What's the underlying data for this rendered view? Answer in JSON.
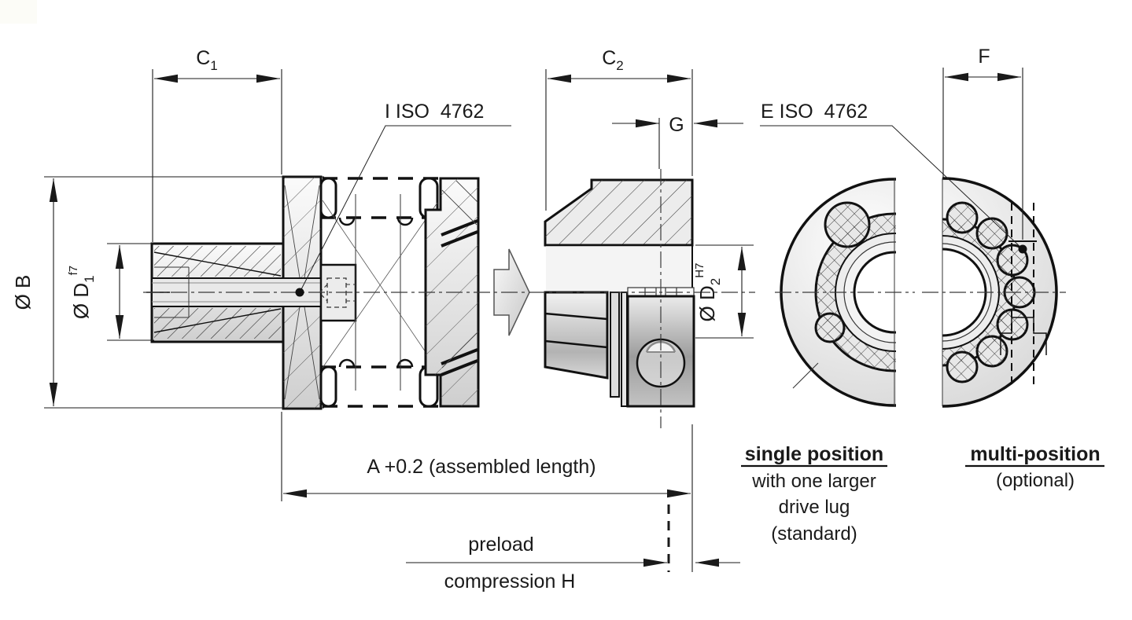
{
  "drawing": {
    "dimensions": {
      "c1": {
        "base": "C",
        "sub": "1"
      },
      "c2": {
        "base": "C",
        "sub": "2"
      },
      "f": {
        "label": "F"
      },
      "g": {
        "label": "G"
      },
      "b": {
        "label": "Ø B"
      },
      "d1": {
        "base": "Ø D",
        "sub": "1",
        "sup": "f7"
      },
      "d2": {
        "base": "Ø D",
        "sub": "2",
        "sup": "H7"
      },
      "assembled_length": {
        "label": "A +0.2 (assembled length)"
      },
      "preload": {
        "line1": "preload",
        "line2": "compression H"
      }
    },
    "callouts": {
      "left_screw": {
        "label": "I ISO  4762"
      },
      "right_screw": {
        "label": "E ISO  4762"
      }
    },
    "captions": {
      "single_position": {
        "title": "single position",
        "line1": "with one larger",
        "line2": "drive lug",
        "line3": "(standard)"
      },
      "multi_position": {
        "title": "multi-position",
        "line1": "(optional)"
      }
    },
    "colors": {
      "line": "#1a1a1a",
      "metal_light": "#f6f6f6",
      "metal_dark": "#9e9e9e",
      "background": "#ffffff"
    }
  }
}
